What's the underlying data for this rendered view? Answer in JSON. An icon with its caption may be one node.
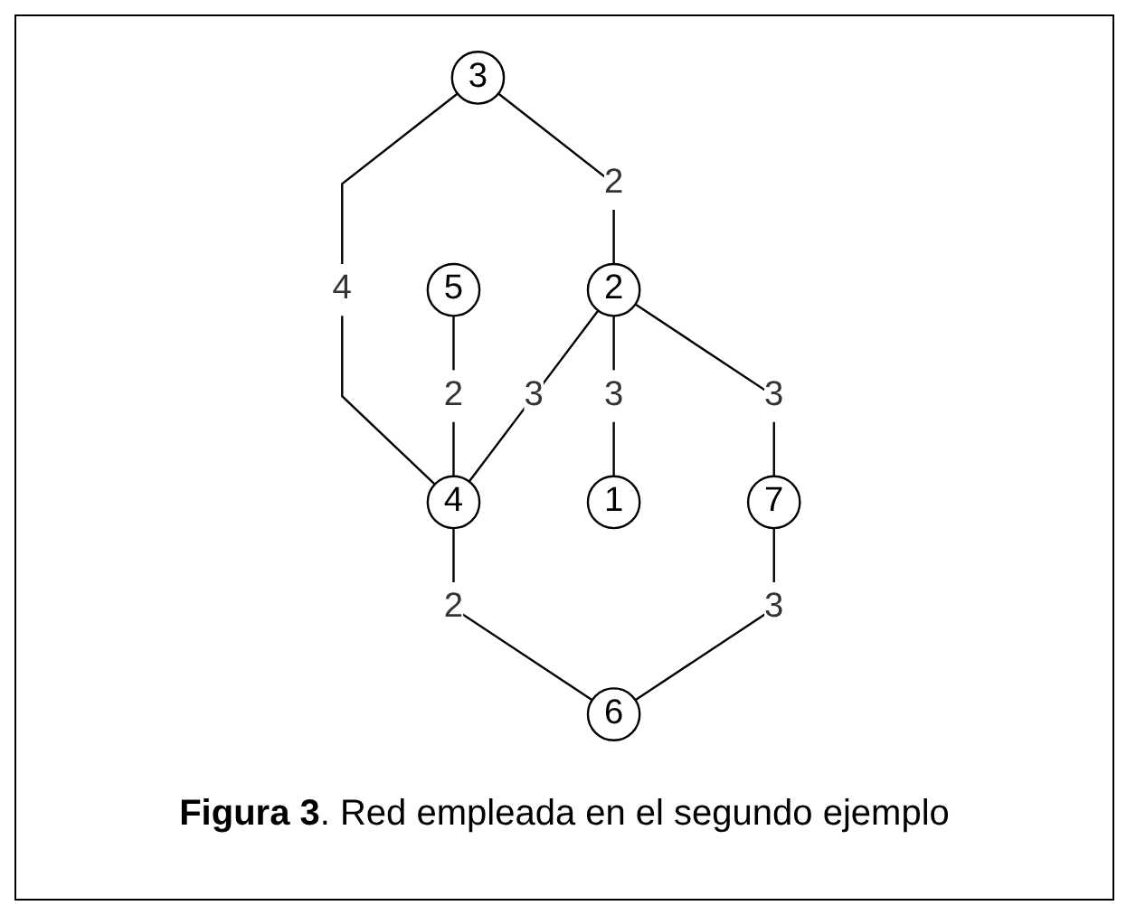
{
  "diagram": {
    "caption": "**Figura 3**. Red empleada en el segundo ejemplo",
    "nodes": [
      {
        "text": [
          "3"
        ]
      },
      {
        "text": [
          "5"
        ]
      },
      {
        "text": [
          "2"
        ]
      },
      {
        "text": [
          "4"
        ]
      },
      {
        "text": [
          "6"
        ]
      },
      {
        "text": [
          "1"
        ]
      },
      {
        "text": [
          "7"
        ]
      }
    ],
    "edges": [
      {
        "from": 0,
        "to": 3,
        "arrow": "none",
        "label": "4"
      },
      {
        "from": 0,
        "to": 2,
        "arrow": "none",
        "label": "2"
      },
      {
        "from": 1,
        "to": 3,
        "arrow": "none",
        "label": "2"
      },
      {
        "from": 2,
        "to": 3,
        "arrow": "none",
        "label": "3"
      },
      {
        "from": 3,
        "to": 4,
        "arrow": "none",
        "label": "2"
      },
      {
        "from": 2,
        "to": 5,
        "arrow": "none",
        "label": "3"
      },
      {
        "from": 2,
        "to": 6,
        "arrow": "none",
        "label": "3"
      },
      {
        "from": 6,
        "to": 4,
        "arrow": "none",
        "label": "3"
      }
    ]
  }
}
